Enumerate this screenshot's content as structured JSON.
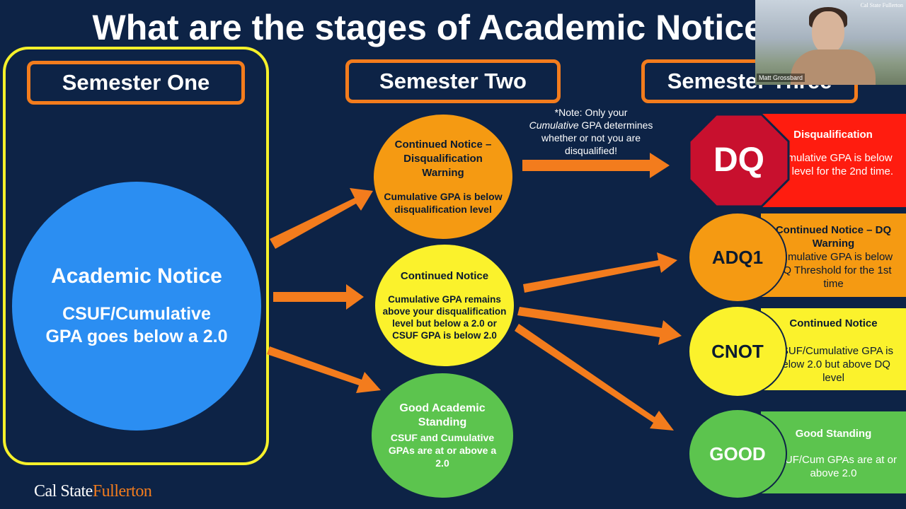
{
  "slide": {
    "title": "What are the stages of Academic Notice?",
    "semester_one": "Semester One",
    "semester_two": "Semester Two",
    "semester_three": "Semester Three",
    "academic_notice": {
      "heading": "Academic Notice",
      "body_line1": "CSUF/Cumulative",
      "body_line2": "GPA goes below a 2.0"
    },
    "dq_warning": {
      "heading": "Continued Notice – Disqualification Warning",
      "body": "Cumulative GPA is below disqualification level"
    },
    "continued_notice": {
      "heading": "Continued Notice",
      "body": "Cumulative GPA remains above your disqualification level but below a 2.0 or CSUF GPA is below 2.0"
    },
    "good_standing": {
      "heading": "Good Academic Standing",
      "body": "CSUF and Cumulative GPAs are at or above a 2.0"
    },
    "note": {
      "prefix": "*Note: Only your",
      "emphasis": "Cumulative",
      "suffix": "GPA determines whether or not you are disqualified!"
    },
    "outcomes": [
      {
        "code": "DQ",
        "heading": "Disqualification",
        "body": "Cumulative GPA is below DQ level for the 2nd time.",
        "color": "#ff1c0f",
        "badge_color": "#c8102e"
      },
      {
        "code": "ADQ1",
        "heading": "Continued Notice – DQ Warning",
        "body": "Cumulative GPA is below DQ Threshold for the 1st time",
        "color": "#f59a12",
        "badge_color": "#f59a12"
      },
      {
        "code": "CNOT",
        "heading": "Continued Notice",
        "body": "CSUF/Cumulative GPA is below 2.0 but above DQ level",
        "color": "#fbf22c",
        "badge_color": "#fbf22c"
      },
      {
        "code": "GOOD",
        "heading": "Good Standing",
        "body": "CSUF/Cum GPAs are at or above 2.0",
        "color": "#5cc44e",
        "badge_color": "#5cc44e"
      }
    ],
    "logo": {
      "part1": "Cal State",
      "part2": "Fullerton"
    }
  },
  "webcam": {
    "name": "Matt Grossbard",
    "brand": "Cal State Fullerton"
  },
  "colors": {
    "background": "#0d2346",
    "accent_orange": "#f37c1d",
    "frame_yellow": "#f6f12a",
    "notice_blue": "#2b8ef2"
  }
}
